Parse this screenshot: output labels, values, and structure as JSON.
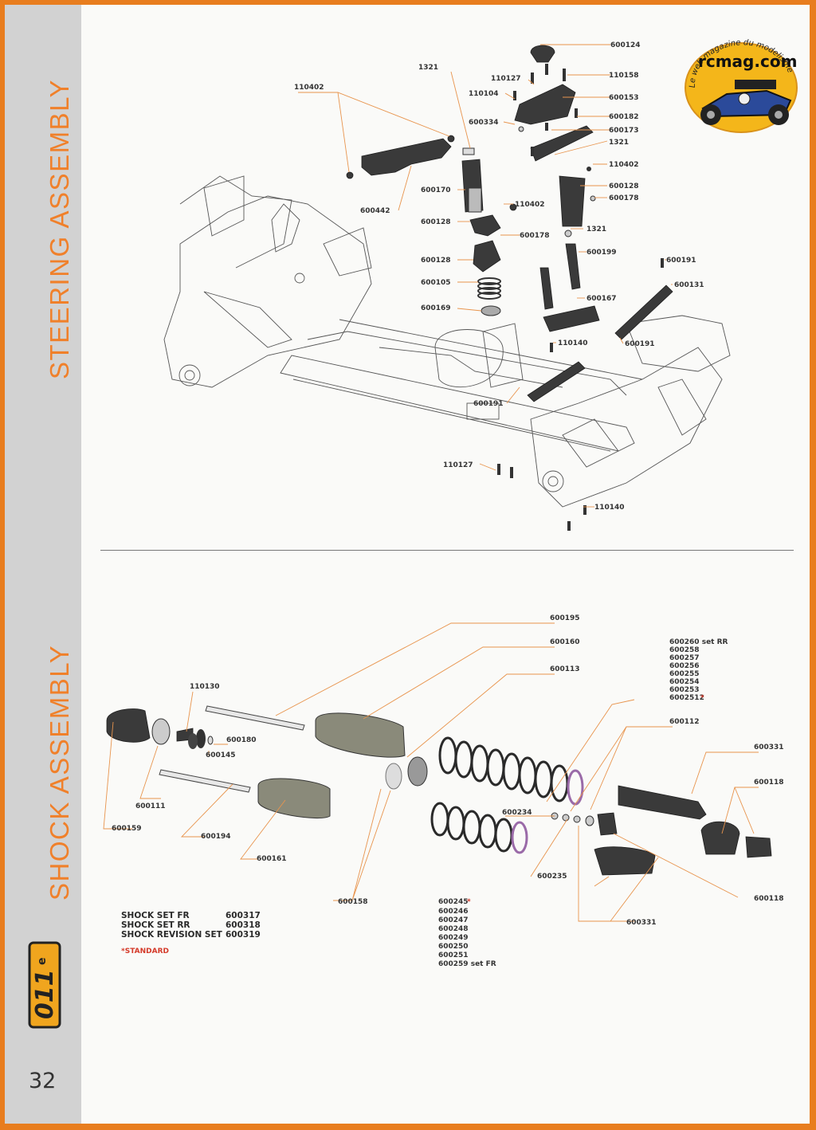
{
  "page": {
    "number": "32",
    "sections": {
      "steering": "STEERING ASSEMBLY",
      "shock": "SHOCK ASSEMBLY"
    }
  },
  "logos": {
    "rcmag_tagline": "Le web magazine du modelisme",
    "rcmag_name": "rcmag.com",
    "model_logo": "011e"
  },
  "steering_labels": [
    {
      "id": "s1",
      "text": "600124"
    },
    {
      "id": "s2",
      "text": "1321"
    },
    {
      "id": "s3",
      "text": "110127"
    },
    {
      "id": "s4",
      "text": "110158"
    },
    {
      "id": "s5",
      "text": "110402"
    },
    {
      "id": "s6",
      "text": "110104"
    },
    {
      "id": "s7",
      "text": "600153"
    },
    {
      "id": "s8",
      "text": "600182"
    },
    {
      "id": "s9",
      "text": "600334"
    },
    {
      "id": "s10",
      "text": "600173"
    },
    {
      "id": "s11",
      "text": "1321"
    },
    {
      "id": "s12",
      "text": "110402"
    },
    {
      "id": "s13",
      "text": "600170"
    },
    {
      "id": "s14",
      "text": "600128"
    },
    {
      "id": "s15",
      "text": "600442"
    },
    {
      "id": "s16",
      "text": "110402"
    },
    {
      "id": "s17",
      "text": "600178"
    },
    {
      "id": "s18",
      "text": "600128"
    },
    {
      "id": "s19",
      "text": "600178"
    },
    {
      "id": "s20",
      "text": "1321"
    },
    {
      "id": "s21",
      "text": "600128"
    },
    {
      "id": "s22",
      "text": "600199"
    },
    {
      "id": "s23",
      "text": "600191"
    },
    {
      "id": "s24",
      "text": "600105"
    },
    {
      "id": "s25",
      "text": "600131"
    },
    {
      "id": "s26",
      "text": "600169"
    },
    {
      "id": "s27",
      "text": "600167"
    },
    {
      "id": "s28",
      "text": "110140"
    },
    {
      "id": "s29",
      "text": "600191"
    },
    {
      "id": "s30",
      "text": "600191"
    },
    {
      "id": "s31",
      "text": "110127"
    },
    {
      "id": "s32",
      "text": "110140"
    }
  ],
  "shock_labels": [
    {
      "id": "k1",
      "text": "600195"
    },
    {
      "id": "k2",
      "text": "600160"
    },
    {
      "id": "k3",
      "text": "600113"
    },
    {
      "id": "k4",
      "text": "110130"
    },
    {
      "id": "k5",
      "text": "600180"
    },
    {
      "id": "k6",
      "text": "600145"
    },
    {
      "id": "k7",
      "text": "600112"
    },
    {
      "id": "k8",
      "text": "600331"
    },
    {
      "id": "k9",
      "text": "600118"
    },
    {
      "id": "k10",
      "text": "600111"
    },
    {
      "id": "k11",
      "text": "600159"
    },
    {
      "id": "k12",
      "text": "600194"
    },
    {
      "id": "k13",
      "text": "600161"
    },
    {
      "id": "k14",
      "text": "600234"
    },
    {
      "id": "k15",
      "text": "600235"
    },
    {
      "id": "k16",
      "text": "600118"
    },
    {
      "id": "k17",
      "text": "600158"
    },
    {
      "id": "k18",
      "text": "600331"
    }
  ],
  "spring_sets": {
    "rear": [
      "600260 set RR",
      "600258",
      "600257",
      "600256",
      "600255",
      "600254",
      "600253",
      "6002512"
    ],
    "rear_standard_mark": "*",
    "front": [
      "600245",
      "600246",
      "600247",
      "600248",
      "600249",
      "600250",
      "600251",
      "600259 set FR"
    ],
    "front_standard_mark": "*"
  },
  "shock_table": [
    {
      "name": "SHOCK SET FR",
      "code": "600317"
    },
    {
      "name": "SHOCK SET RR",
      "code": "600318"
    },
    {
      "name": "SHOCK REVISION SET",
      "code": "600319"
    }
  ],
  "standard_note": "*STANDARD",
  "colors": {
    "accent": "#f0802a",
    "border": "#e87d1e",
    "sidebar": "#d2d2d2",
    "leader": "#e8944d",
    "standard": "#d43a2a"
  }
}
